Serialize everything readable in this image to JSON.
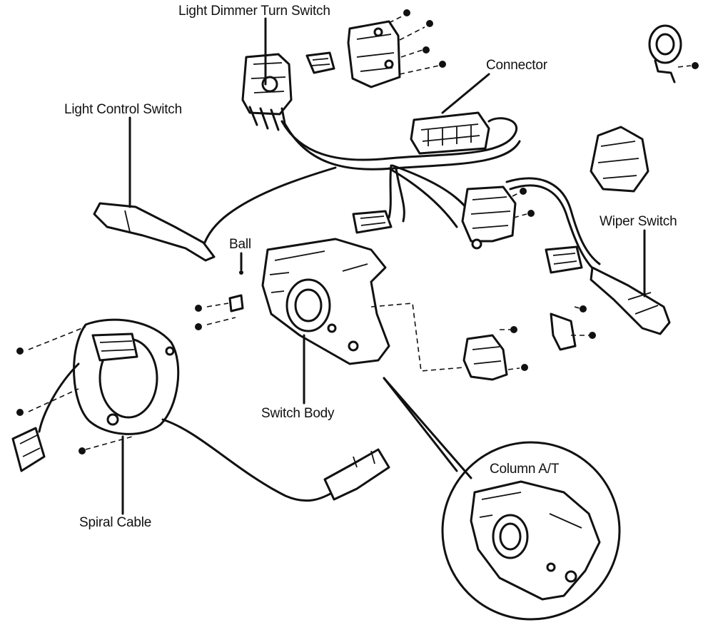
{
  "labels": {
    "light_dimmer_turn_switch": "Light Dimmer Turn Switch",
    "connector": "Connector",
    "light_control_switch": "Light Control Switch",
    "ball": "Ball",
    "wiper_switch": "Wiper Switch",
    "switch_body": "Switch Body",
    "column_at": "Column A/T",
    "spiral_cable": "Spiral Cable"
  },
  "colors": {
    "ink": "#111111",
    "paper": "#ffffff"
  }
}
